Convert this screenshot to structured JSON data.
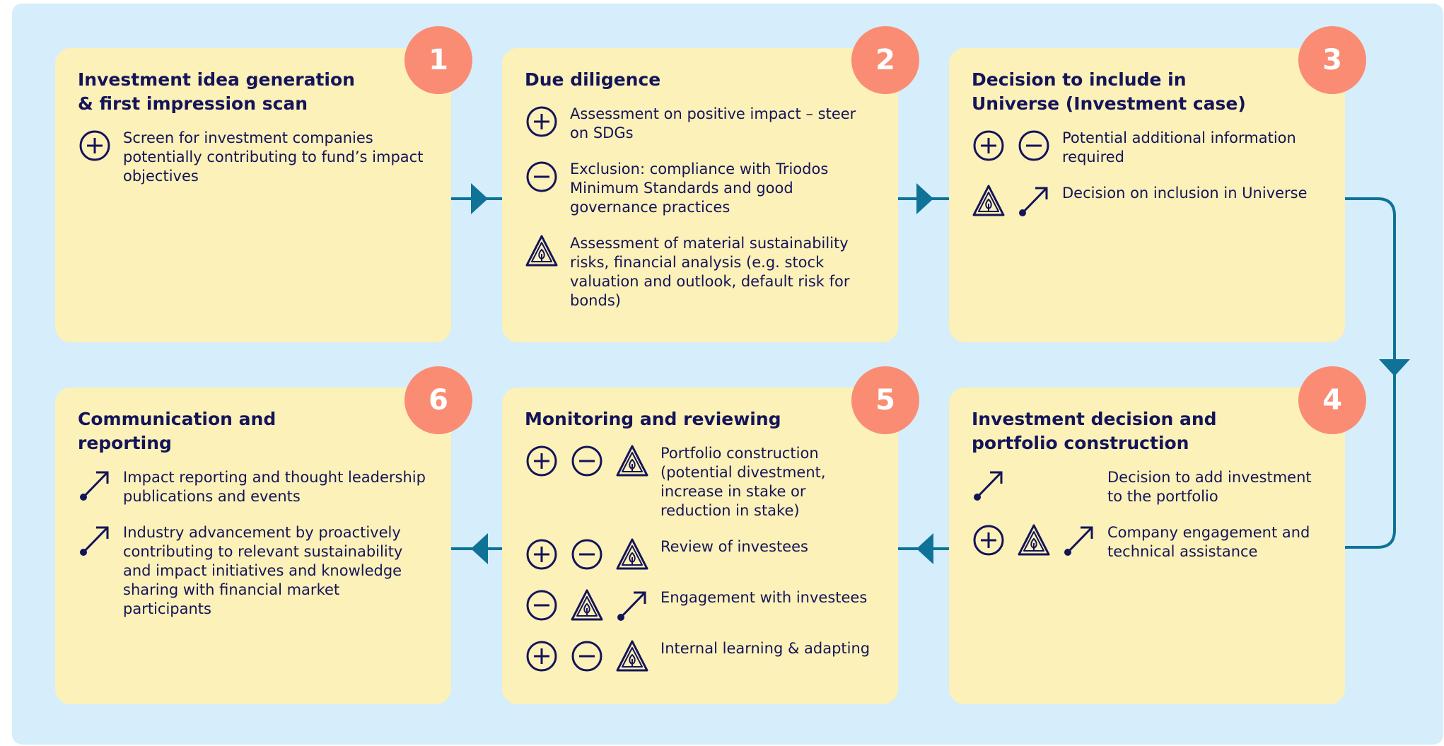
{
  "colors": {
    "background": "#d6edfb",
    "card": "#fcf1b8",
    "badge": "#fb8c74",
    "text": "#14145a",
    "connector": "#0e7397"
  },
  "steps": [
    {
      "number": "1",
      "title": "Investment idea generation & first impression scan",
      "items": [
        {
          "icons": [
            "plus-circle-icon"
          ],
          "text": "Screen for investment companies potentially contributing to fund’s impact objectives"
        }
      ]
    },
    {
      "number": "2",
      "title": "Due diligence",
      "items": [
        {
          "icons": [
            "plus-circle-icon"
          ],
          "text": "Assessment on positive impact – steer on SDGs"
        },
        {
          "icons": [
            "minus-circle-icon"
          ],
          "text": "Exclusion: compliance with Triodos Minimum Standards and good governance practices"
        },
        {
          "icons": [
            "tree-triangle-icon"
          ],
          "text": "Assessment of material sustainability risks, financial analysis (e.g. stock valuation and outlook, default risk for bonds)"
        }
      ]
    },
    {
      "number": "3",
      "title": "Decision to include in Universe (Investment case)",
      "items": [
        {
          "icons": [
            "plus-circle-icon",
            "minus-circle-icon"
          ],
          "text": "Potential additional information required"
        },
        {
          "icons": [
            "tree-triangle-icon",
            "upward-arrow-icon"
          ],
          "text": "Decision on inclusion in Universe"
        }
      ]
    },
    {
      "number": "4",
      "title": "Investment decision and portfolio construction",
      "items": [
        {
          "icons": [
            "upward-arrow-icon"
          ],
          "text": "Decision to add investment to the portfolio"
        },
        {
          "icons": [
            "plus-circle-icon",
            "tree-triangle-icon",
            "upward-arrow-icon"
          ],
          "text": "Company engagement and technical assistance"
        }
      ]
    },
    {
      "number": "5",
      "title": "Monitoring and reviewing",
      "items": [
        {
          "icons": [
            "plus-circle-icon",
            "minus-circle-icon",
            "tree-triangle-icon"
          ],
          "text": "Portfolio construction (potential divestment, increase in stake or reduction in stake)"
        },
        {
          "icons": [
            "plus-circle-icon",
            "minus-circle-icon",
            "tree-triangle-icon"
          ],
          "text": "Review of investees"
        },
        {
          "icons": [
            "minus-circle-icon",
            "tree-triangle-icon",
            "upward-arrow-icon"
          ],
          "text": "Engagement with investees"
        },
        {
          "icons": [
            "plus-circle-icon",
            "minus-circle-icon",
            "tree-triangle-icon"
          ],
          "text": "Internal learning & adapting"
        }
      ]
    },
    {
      "number": "6",
      "title": "Communication and reporting",
      "items": [
        {
          "icons": [
            "upward-arrow-icon"
          ],
          "text": "Impact reporting and thought leadership publications and events"
        },
        {
          "icons": [
            "upward-arrow-icon"
          ],
          "text": "Industry advancement by proactively contributing to relevant sustainability and impact initiatives and knowledge sharing with financial market participants"
        }
      ]
    }
  ]
}
